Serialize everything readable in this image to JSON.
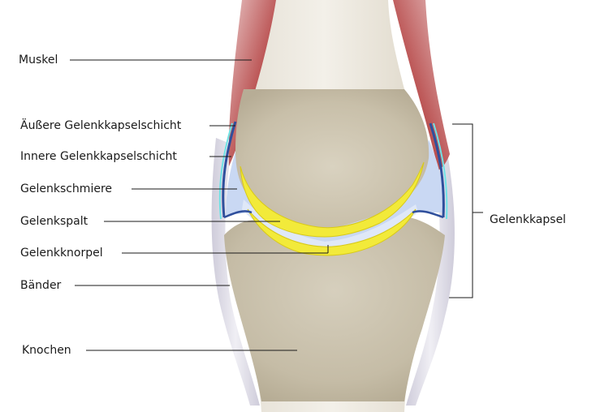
{
  "labels": {
    "muskel": "Muskel",
    "aeussere_gelenkkapselschicht": "Äußere Gelenkkapselschicht",
    "innere_gelenkkapselschicht": "Innere Gelenkkapselschicht",
    "gelenkschmiere": "Gelenkschmiere",
    "gelenkspalt": "Gelenkspalt",
    "gelenkknorpel": "Gelenkknorpel",
    "baender": "Bänder",
    "knochen": "Knochen",
    "gelenkkapsel": "Gelenkkapsel"
  },
  "colors": {
    "bone": "#cfc6b3",
    "cartilage": "#f2ea3a",
    "synovial_fluid": "#c9d8f3",
    "capsule_outer": "#2f4f9c",
    "capsule_inner": "#6fe3e6",
    "muscle": "#b64a4a",
    "ligament": "#d9d6e4",
    "leader_line": "#1a1a1a"
  }
}
